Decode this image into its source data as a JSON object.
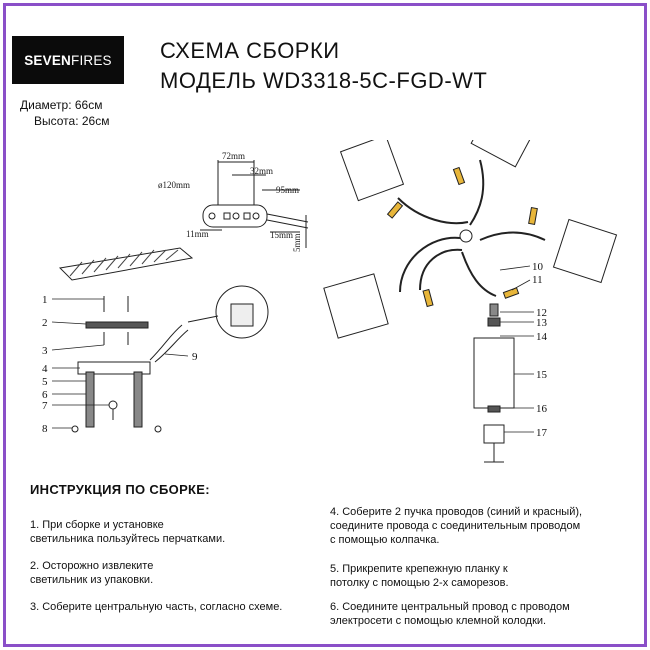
{
  "brand": {
    "part1": "SEVEN",
    "part2": "FIRES"
  },
  "specs": {
    "diameter": "Диаметр: 66см",
    "height": "Высота: 26см"
  },
  "title": {
    "line1": "СХЕМА СБОРКИ",
    "line2": "МОДЕЛЬ WD3318-5C-FGD-WT"
  },
  "drawing": {
    "dims": [
      "72mm",
      "32mm",
      "95mm",
      "ø120mm",
      "11mm",
      "15mm",
      "5mm"
    ],
    "left_labels": [
      "1",
      "2",
      "3",
      "4",
      "5",
      "6",
      "7",
      "8",
      "9"
    ],
    "right_labels": [
      "10",
      "11",
      "12",
      "13",
      "14",
      "15",
      "16",
      "17"
    ]
  },
  "instructions": {
    "heading": "ИНСТРУКЦИЯ ПО СБОРКЕ:",
    "step1": [
      "1. При сборке и установке",
      "светильника пользуйтесь перчатками."
    ],
    "step2": [
      "2. Осторожно извлеките",
      "светильник из упаковки."
    ],
    "step3": [
      "3. Соберите центральную часть, согласно схеме."
    ],
    "step4": [
      "4. Соберите 2 пучка проводов (синий и красный),",
      "соедините провода с соединительным проводом",
      "с помощью колпачка."
    ],
    "step5": [
      "5. Прикрепите крепежную планку к",
      "потолку с помощью 2-х саморезов."
    ],
    "step6": [
      "6. Соедините центральный провод с проводом",
      "электросети с помощью клемной колодки."
    ]
  },
  "colors": {
    "frame": "#8a4fc8",
    "logo_bg": "#0b0b0b",
    "accent_holder": "#e8b63a"
  }
}
